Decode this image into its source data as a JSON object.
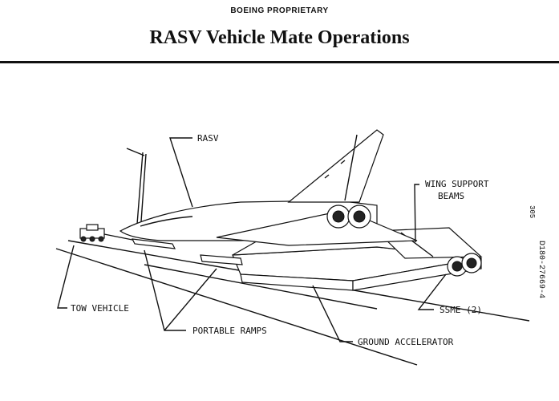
{
  "header": {
    "proprietary": "BOEING PROPRIETARY",
    "title": "RASV Vehicle Mate Operations"
  },
  "margin": {
    "doc_number": "D180-27669-4",
    "page_number": "305"
  },
  "labels": {
    "rasv": "RASV",
    "wing_support_line1": "WING SUPPORT",
    "wing_support_line2": "BEAMS",
    "tow_vehicle": "TOW VEHICLE",
    "portable_ramps": "PORTABLE RAMPS",
    "ground_accelerator": "GROUND ACCELERATOR",
    "ssme": "SSME (2)"
  }
}
